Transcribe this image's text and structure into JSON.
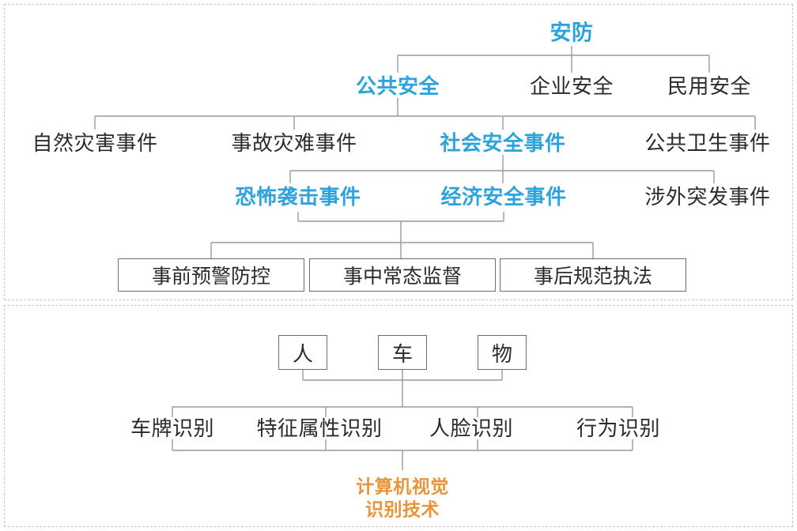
{
  "diagram": {
    "type": "hierarchy-tree",
    "colors": {
      "blue_highlight": "#2ca3dd",
      "orange_highlight": "#e8953a",
      "text_default": "#2b2b2b",
      "connector": "#9a9a9a",
      "panel_border": "#c9c9c9",
      "box_border": "#6b6b6b"
    },
    "panels": [
      {
        "name": "security-domain-panel"
      },
      {
        "name": "computer-vision-panel"
      }
    ]
  },
  "top_panel": {
    "root": {
      "label": "安防",
      "highlight": "blue"
    },
    "level2": [
      {
        "label": "公共安全",
        "highlight": "blue"
      },
      {
        "label": "企业安全",
        "highlight": "none"
      },
      {
        "label": "民用安全",
        "highlight": "none"
      }
    ],
    "level3": [
      {
        "label": "自然灾害事件",
        "highlight": "none"
      },
      {
        "label": "事故灾难事件",
        "highlight": "none"
      },
      {
        "label": "社会安全事件",
        "highlight": "blue"
      },
      {
        "label": "公共卫生事件",
        "highlight": "none"
      }
    ],
    "level4": [
      {
        "label": "恐怖袭击事件",
        "highlight": "blue"
      },
      {
        "label": "经济安全事件",
        "highlight": "blue"
      },
      {
        "label": "涉外突发事件",
        "highlight": "none"
      }
    ],
    "level5_boxes": [
      {
        "label": "事前预警防控"
      },
      {
        "label": "事中常态监督"
      },
      {
        "label": "事后规范执法"
      }
    ]
  },
  "bottom_panel": {
    "targets": [
      {
        "label": "人"
      },
      {
        "label": "车"
      },
      {
        "label": "物"
      }
    ],
    "recognition": [
      {
        "label": "车牌识别"
      },
      {
        "label": "特征属性识别"
      },
      {
        "label": "人脸识别"
      },
      {
        "label": "行为识别"
      }
    ],
    "footer": {
      "line1": "计算机视觉",
      "line2": "识别技术",
      "highlight": "orange"
    }
  }
}
